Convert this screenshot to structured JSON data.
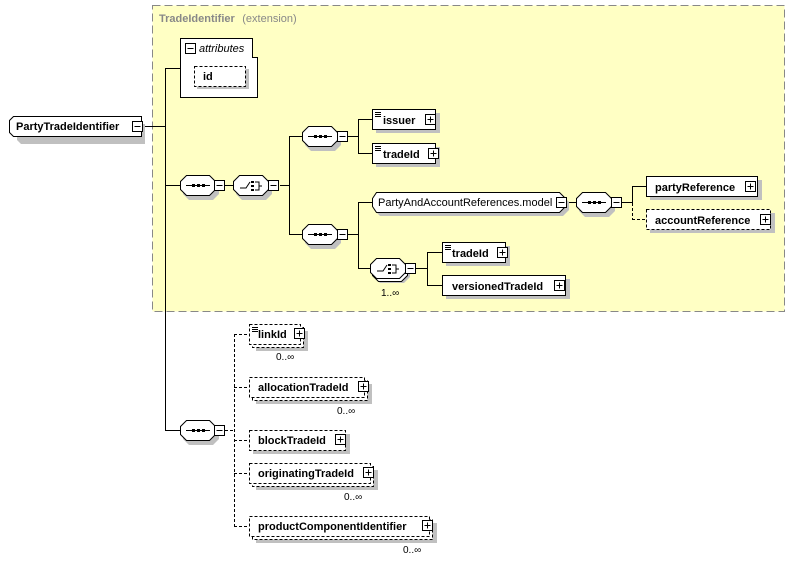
{
  "root": {
    "name": "PartyTradeIdentifier"
  },
  "extension": {
    "type_name": "TradeIdentifier",
    "suffix": "(extension)",
    "bg_color": "#ffffc4"
  },
  "attributes": {
    "label": "attributes",
    "items": [
      "id"
    ]
  },
  "choice1": {
    "seq_a": {
      "elements": [
        "issuer",
        "tradeId"
      ]
    },
    "seq_b": {
      "group": "PartyAndAccountReferences.model",
      "group_elements": [
        "partyReference",
        "accountReference"
      ],
      "choice": {
        "cardinality": "1..∞",
        "elements": [
          "tradeId",
          "versionedTradeId"
        ]
      }
    }
  },
  "sequence2": {
    "elements": [
      {
        "name": "linkId",
        "cardinality": "0..∞"
      },
      {
        "name": "allocationTradeId",
        "cardinality": "0..∞"
      },
      {
        "name": "blockTradeId",
        "cardinality": ""
      },
      {
        "name": "originatingTradeId",
        "cardinality": "0..∞"
      },
      {
        "name": "productComponentIdentifier",
        "cardinality": "0..∞"
      }
    ]
  }
}
